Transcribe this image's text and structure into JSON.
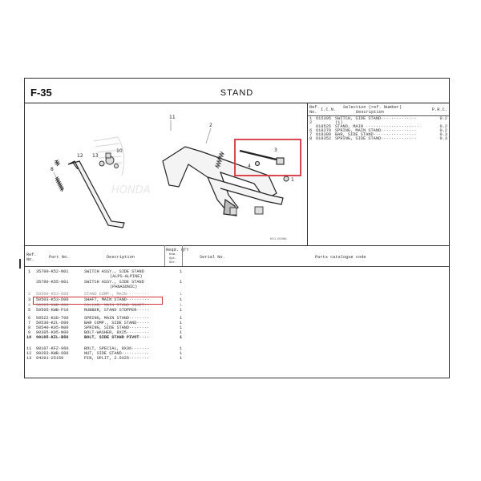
{
  "figure": {
    "id": "F-35",
    "title": "STAND"
  },
  "ref_table": {
    "headers": {
      "ref": "Ref.",
      "no": "No.",
      "icn": "I.C.N.",
      "sel": "Selection (ref. Number)",
      "desc": "Description",
      "prc": "P.R.C."
    },
    "rows": [
      {
        "ref": "1",
        "icn": "615305",
        "desc": "SWITCH, SIDE STAND··············",
        "prc": "0.2"
      },
      {
        "ref": "2",
        "icn": "",
        "desc": "(1)",
        "prc": ""
      },
      {
        "ref": "",
        "icn": "618525",
        "desc": "STAND, MAIN ·····················",
        "prc": "0.2"
      },
      {
        "ref": "6",
        "icn": "618370",
        "desc": "SPRING, MAIN STAND··············",
        "prc": "0.2"
      },
      {
        "ref": "7",
        "icn": "618380",
        "desc": "BAR, SIDE STAND·················",
        "prc": "0.3"
      },
      {
        "ref": "8",
        "icn": "618352",
        "desc": "SPRING, SIDE STAND··············",
        "prc": "0.3"
      }
    ]
  },
  "diagram": {
    "callouts": [
      "11",
      "12",
      "13",
      "10",
      "2",
      "3",
      "4",
      "8",
      "1"
    ],
    "watermark": "HONDA",
    "code": "K53-E0300"
  },
  "parts_table": {
    "headers": {
      "ref": "Ref.",
      "no": "No.",
      "part_no": "Part No.",
      "description": "Description",
      "reqd": "Reqd. QTY",
      "reqd_sub": "Hom. Opt. Ser.",
      "serial": "Serial No.",
      "catalogue": "Parts catalogue code"
    },
    "rows": [
      {
        "ref": "1",
        "part_no": "35700-K52-N01",
        "description": "SWITCH ASSY., SIDE STAND",
        "qty": "1"
      },
      {
        "ref": "",
        "part_no": "",
        "description": "(ALPS-ALPINE)",
        "qty": ""
      },
      {
        "ref": "",
        "part_no": "35700-K55-N01",
        "description": "SWITCH ASSY., SIDE STAND",
        "qty": "1"
      },
      {
        "ref": "",
        "part_no": "",
        "description": "(PANASONIC)",
        "qty": ""
      },
      {
        "ref": "2",
        "part_no": "50500-K53-D00",
        "description": "STAND COMP., MAIN·········",
        "qty": "1"
      },
      {
        "ref": "3",
        "part_no": "50503-K53-D00",
        "description": "SHAFT, MAIN STAND·········",
        "qty": "1"
      },
      {
        "ref": "4",
        "part_no": "50505-KWB-600",
        "description": "COLLAR, MAIN STAND SHAFT··",
        "qty": "1"
      },
      {
        "ref": "5",
        "part_no": "50505-KWB-P10",
        "description": "RUBBER, STAND STOPPER·····",
        "qty": "1"
      },
      {
        "ref": "6",
        "part_no": "50522-KSD-T00",
        "description": "SPRING, MAIN STAND········",
        "qty": "1"
      },
      {
        "ref": "7",
        "part_no": "50530-K2L-D00",
        "description": "BAR COMP., SIDE STAND·····",
        "qty": "1"
      },
      {
        "ref": "8",
        "part_no": "50540-K05-N00",
        "description": "SPRING, SIDE STAND········",
        "qty": "1"
      },
      {
        "ref": "9",
        "part_no": "90305-K05-N00",
        "description": "BOLT-WASHER, 8X25·········",
        "qty": "1"
      },
      {
        "ref": "10",
        "part_no": "90105-KZL-B50",
        "description": "BOLT, SIDE STAND PIVOT····",
        "qty": "1"
      },
      {
        "ref": "11",
        "part_no": "90107-KFZ-960",
        "description": "BOLT, SPECIAL, 8X36·······",
        "qty": "1"
      },
      {
        "ref": "12",
        "part_no": "90203-KWB-600",
        "description": "NUT, SIDE STAND···········",
        "qty": "1"
      },
      {
        "ref": "13",
        "part_no": "94201-25150",
        "description": "PIN, SPLIT, 2.5X25········",
        "qty": "1"
      }
    ]
  },
  "colors": {
    "highlight": "#d9323c",
    "line": "#333333"
  }
}
